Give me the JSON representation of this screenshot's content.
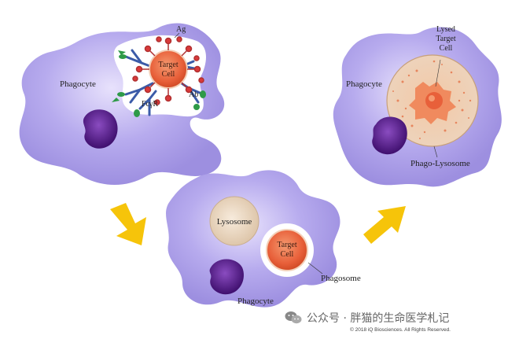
{
  "panel1": {
    "phagocyte": "Phagocyte",
    "target_line1": "Target",
    "target_line2": "Cell",
    "ag": "Ag",
    "ab": "Ab",
    "fcgr": "FcγR"
  },
  "panel2": {
    "phagocyte": "Phagocyte",
    "lysosome": "Lysosome",
    "target_line1": "Target",
    "target_line2": "Cell",
    "phagosome": "Phagosome"
  },
  "panel3": {
    "phagocyte": "Phagocyte",
    "lysed_line1": "Lysed",
    "lysed_line2": "Target",
    "lysed_line3": "Cell",
    "phago_lysosome": "Phago-Lysosome"
  },
  "watermark": "公众号 · 胖猫的生命医学札记",
  "copyright": "© 2018 iQ Biosciences. All Rights Reserved.",
  "colors": {
    "cell_fill": "#a99ce8",
    "cell_center": "#e6e0fb",
    "nucleus": "#5a1f8c",
    "target": "#e8603a",
    "lysosome": "#ead6bf",
    "arrow": "#f6c40a",
    "ag_red": "#d9393a",
    "antibody_blue": "#3b5ba8",
    "receptor_green": "#2e9a48"
  }
}
